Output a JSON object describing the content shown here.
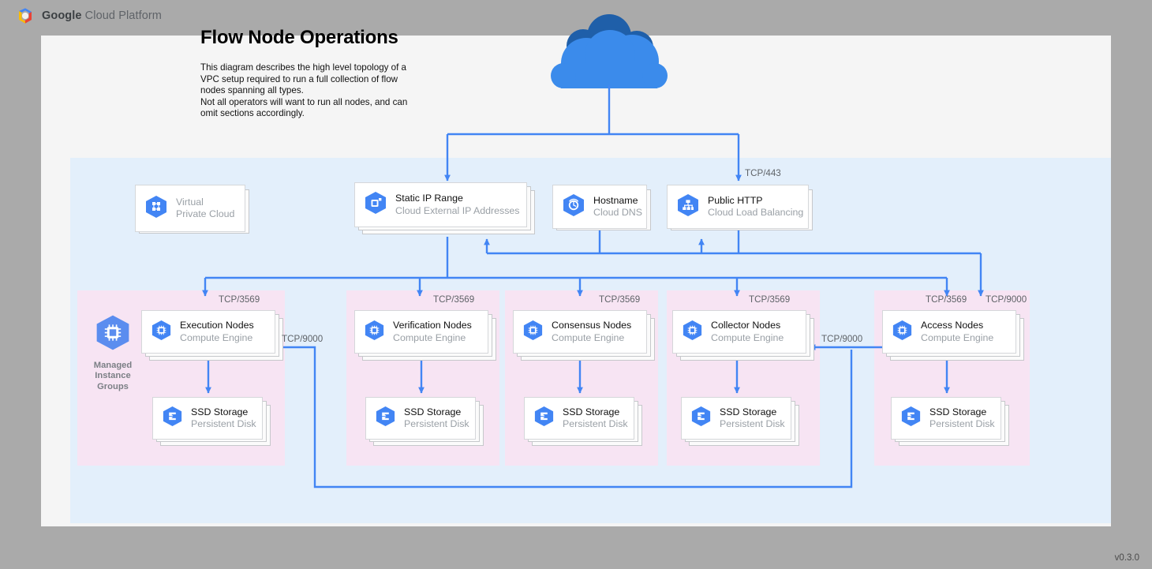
{
  "header": {
    "logo_icon": "google-cloud-platform-logo",
    "brand_bold": "Google",
    "brand_rest": " Cloud Platform"
  },
  "diagram": {
    "title": "Flow Node Operations",
    "description_lines": [
      "This diagram describes the high level topology of a",
      "VPC setup required to run a full collection of flow",
      "nodes spanning all types.",
      "Not all operators will want to run all nodes, and can",
      "omit sections accordingly."
    ],
    "version": "v0.3.0",
    "internet_cloud_icon": "cloud-icon"
  },
  "colors": {
    "page_bg": "#aaaaaa",
    "canvas_bg": "#f5f5f5",
    "vpc_bg": "#e3effb",
    "group_bg": "#f7e4f3",
    "connector": "#4285f4",
    "icon_blue": "#4285f4",
    "cloud_dark": "#1f5fa9",
    "cloud_light": "#3b8beb",
    "title": "#000000",
    "subtitle_gray": "#9aa0a6"
  },
  "top_row": [
    {
      "id": "vpc",
      "title": "Virtual",
      "subtitle": "Private Cloud",
      "icon": "virtual-private-cloud-icon",
      "muted": true,
      "stacked": false
    },
    {
      "id": "static-ip",
      "title": "Static IP Range",
      "subtitle": "Cloud External IP Addresses",
      "icon": "external-ip-icon",
      "muted": false,
      "stacked": true
    },
    {
      "id": "hostname",
      "title": "Hostname",
      "subtitle": "Cloud DNS",
      "icon": "cloud-dns-icon",
      "muted": false,
      "stacked": false
    },
    {
      "id": "public-http",
      "title": "Public HTTP",
      "subtitle": "Cloud Load Balancing",
      "icon": "cloud-load-balancing-icon",
      "muted": false,
      "stacked": false
    }
  ],
  "managed_instance_groups": {
    "icon": "compute-engine-icon",
    "label_lines": [
      "Managed",
      "Instance",
      "Groups"
    ]
  },
  "node_groups": [
    {
      "id": "execution",
      "node_title": "Execution Nodes",
      "node_subtitle": "Compute Engine",
      "disk_title": "SSD Storage",
      "disk_subtitle": "Persistent Disk",
      "inbound_port": "TCP/3569"
    },
    {
      "id": "verification",
      "node_title": "Verification Nodes",
      "node_subtitle": "Compute Engine",
      "disk_title": "SSD Storage",
      "disk_subtitle": "Persistent Disk",
      "inbound_port": "TCP/3569"
    },
    {
      "id": "consensus",
      "node_title": "Consensus Nodes",
      "node_subtitle": "Compute Engine",
      "disk_title": "SSD Storage",
      "disk_subtitle": "Persistent Disk",
      "inbound_port": "TCP/3569"
    },
    {
      "id": "collector",
      "node_title": "Collector Nodes",
      "node_subtitle": "Compute Engine",
      "disk_title": "SSD Storage",
      "disk_subtitle": "Persistent Disk",
      "inbound_port": "TCP/3569"
    },
    {
      "id": "access",
      "node_title": "Access Nodes",
      "node_subtitle": "Compute Engine",
      "disk_title": "SSD Storage",
      "disk_subtitle": "Persistent Disk",
      "inbound_port": "TCP/3569"
    }
  ],
  "port_labels": {
    "lb_https": "TCP/443",
    "access_extra": "TCP/9000",
    "access_to_collector": "TCP/9000",
    "access_to_execution": "TCP/9000"
  }
}
